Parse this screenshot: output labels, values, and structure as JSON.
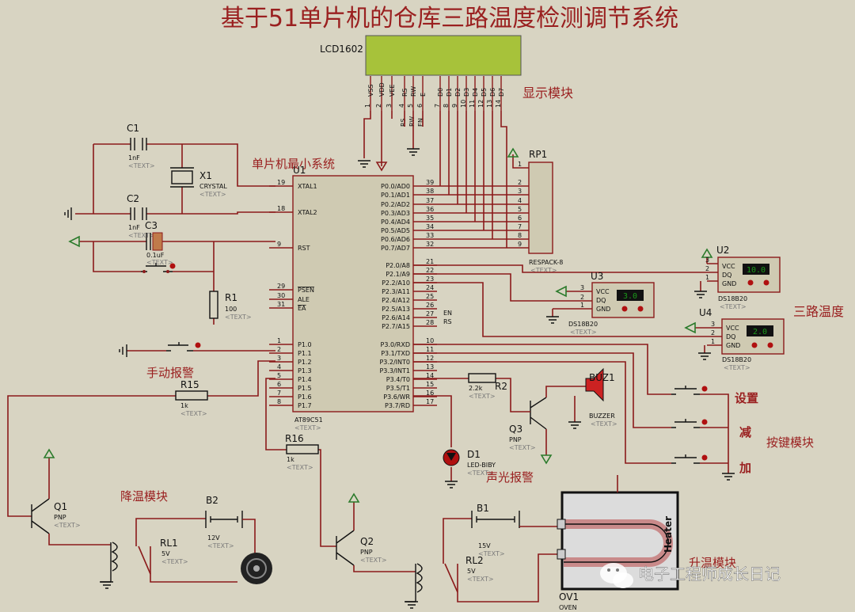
{
  "title": "基于51单片机的仓库三路温度检测调节系统",
  "watermark": "电子工程师成长日记",
  "modules": {
    "display": "显示模块",
    "mcu_min": "单片机最小系统",
    "three_temp": "三路温度",
    "manual_alarm": "手动报警",
    "keys": "按键模块",
    "key_set": "设置",
    "key_dec": "减",
    "key_inc": "加",
    "sound_light": "声光报警",
    "cooling": "降温模块",
    "heating": "升温模块"
  },
  "lcd": {
    "name": "LCD1602",
    "pins": [
      "VSS",
      "VDD",
      "VEE",
      "RS",
      "RW",
      "E",
      "D0",
      "D1",
      "D2",
      "D3",
      "D4",
      "D5",
      "D6",
      "D7"
    ],
    "nums": [
      "1",
      "2",
      "3",
      "4",
      "5",
      "6",
      "7",
      "8",
      "9",
      "10",
      "11",
      "12",
      "13",
      "14"
    ],
    "sub": [
      "RS",
      "RW",
      "EN"
    ]
  },
  "mcu": {
    "ref": "U1",
    "part": "AT89C51",
    "text": "<TEXT>",
    "left_pins": [
      {
        "num": "19",
        "name": "XTAL1"
      },
      {
        "num": "18",
        "name": "XTAL2"
      },
      {
        "num": "9",
        "name": "RST"
      },
      {
        "num": "29",
        "name": "PSEN"
      },
      {
        "num": "30",
        "name": "ALE"
      },
      {
        "num": "31",
        "name": "EA"
      },
      {
        "num": "1",
        "name": "P1.0"
      },
      {
        "num": "2",
        "name": "P1.1"
      },
      {
        "num": "3",
        "name": "P1.2"
      },
      {
        "num": "4",
        "name": "P1.3"
      },
      {
        "num": "5",
        "name": "P1.4"
      },
      {
        "num": "6",
        "name": "P1.5"
      },
      {
        "num": "7",
        "name": "P1.6"
      },
      {
        "num": "8",
        "name": "P1.7"
      }
    ],
    "right_pins": [
      {
        "num": "39",
        "name": "P0.0/AD0"
      },
      {
        "num": "38",
        "name": "P0.1/AD1"
      },
      {
        "num": "37",
        "name": "P0.2/AD2"
      },
      {
        "num": "36",
        "name": "P0.3/AD3"
      },
      {
        "num": "35",
        "name": "P0.4/AD4"
      },
      {
        "num": "34",
        "name": "P0.5/AD5"
      },
      {
        "num": "33",
        "name": "P0.6/AD6"
      },
      {
        "num": "32",
        "name": "P0.7/AD7"
      },
      {
        "num": "21",
        "name": "P2.0/A8"
      },
      {
        "num": "22",
        "name": "P2.1/A9"
      },
      {
        "num": "23",
        "name": "P2.2/A10"
      },
      {
        "num": "24",
        "name": "P2.3/A11"
      },
      {
        "num": "25",
        "name": "P2.4/A12"
      },
      {
        "num": "26",
        "name": "P2.5/A13"
      },
      {
        "num": "27",
        "name": "P2.6/A14"
      },
      {
        "num": "28",
        "name": "P2.7/A15"
      },
      {
        "num": "10",
        "name": "P3.0/RXD"
      },
      {
        "num": "11",
        "name": "P3.1/TXD"
      },
      {
        "num": "12",
        "name": "P3.2/INT0"
      },
      {
        "num": "13",
        "name": "P3.3/INT1"
      },
      {
        "num": "14",
        "name": "P3.4/T0"
      },
      {
        "num": "15",
        "name": "P3.5/T1"
      },
      {
        "num": "16",
        "name": "P3.6/WR"
      },
      {
        "num": "17",
        "name": "P3.7/RD"
      }
    ],
    "en": "EN",
    "rs": "RS"
  },
  "parts": {
    "c1": {
      "ref": "C1",
      "val": "1nF"
    },
    "c2": {
      "ref": "C2",
      "val": "1nF"
    },
    "c3": {
      "ref": "C3",
      "val": "0.1uF"
    },
    "x1": {
      "ref": "X1",
      "val": "CRYSTAL"
    },
    "r1": {
      "ref": "R1",
      "val": "100"
    },
    "r15": {
      "ref": "R15",
      "val": "1k"
    },
    "r16": {
      "ref": "R16",
      "val": "1k"
    },
    "r2": {
      "ref": "R2",
      "val": "2.2k"
    },
    "rp1": {
      "ref": "RP1",
      "val": "RESPACK-8"
    },
    "q1": {
      "ref": "Q1",
      "val": "PNP"
    },
    "q2": {
      "ref": "Q2",
      "val": "PNP"
    },
    "q3": {
      "ref": "Q3",
      "val": "PNP"
    },
    "buz": {
      "ref": "BUZ1",
      "val": "BUZZER"
    },
    "d1": {
      "ref": "D1",
      "val": "LED-BIBY"
    },
    "rl1": {
      "ref": "RL1",
      "val": "5V"
    },
    "rl2": {
      "ref": "RL2",
      "val": "5V"
    },
    "b1": {
      "ref": "B1",
      "val": "15V"
    },
    "b2": {
      "ref": "B2",
      "val": "12V"
    },
    "ov1": {
      "ref": "OV1",
      "val": "OVEN"
    },
    "heater": "Heater",
    "text": "<TEXT>"
  },
  "sensors": [
    {
      "ref": "U2",
      "part": "DS18B20",
      "reading": "10.0",
      "vcc": "VCC",
      "dq": "DQ",
      "gnd": "GND",
      "p1": "1",
      "p2": "2",
      "p3": "3"
    },
    {
      "ref": "U3",
      "part": "DS18B20",
      "reading": "3.0",
      "vcc": "VCC",
      "dq": "DQ",
      "gnd": "GND",
      "p1": "1",
      "p2": "2",
      "p3": "3"
    },
    {
      "ref": "U4",
      "part": "DS18B20",
      "reading": "2.0",
      "vcc": "VCC",
      "dq": "DQ",
      "gnd": "GND",
      "p1": "1",
      "p2": "2",
      "p3": "3"
    }
  ],
  "colors": {
    "background": "#d8d4c2",
    "wire": "#8b1a1a",
    "ground": "#2a7a2a",
    "lcd": "#a7c23a",
    "chip": "#cfcab2",
    "title": "#b52424",
    "lcd_reading": "#1a9a1a"
  }
}
